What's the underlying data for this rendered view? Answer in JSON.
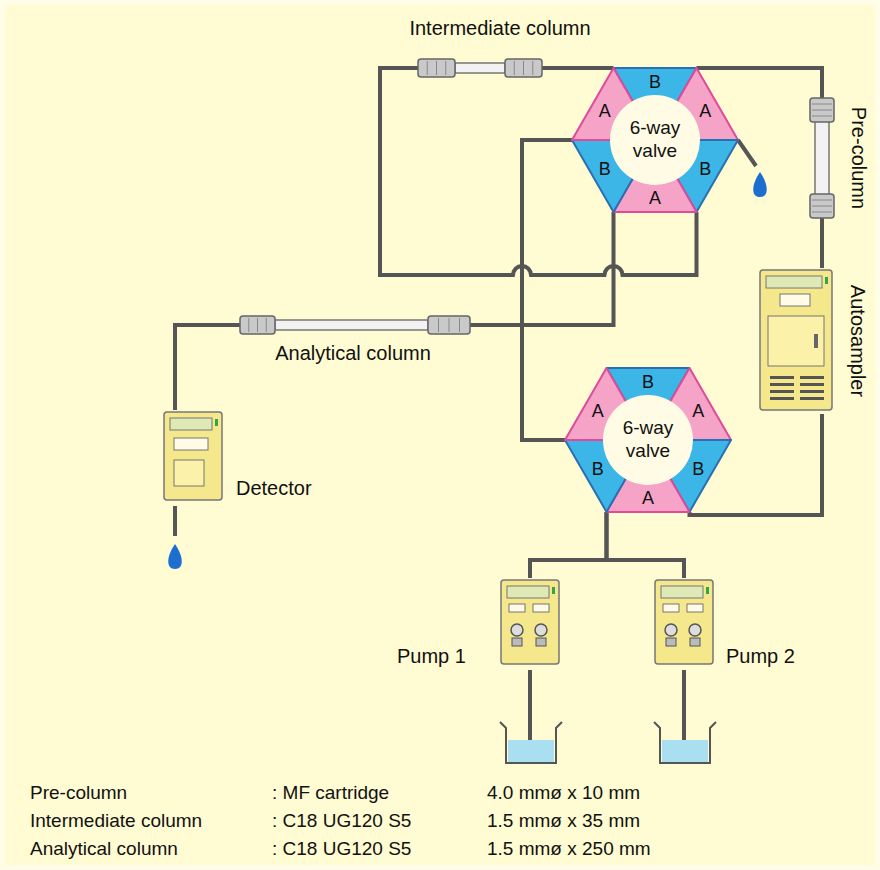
{
  "diagram": {
    "nodes": [
      {
        "text": [
          "Intermediate column"
        ]
      },
      {
        "text": [
          "6-way valve"
        ]
      },
      {
        "text": [
          "Pre-column"
        ]
      },
      {
        "text": [
          "Autosampler"
        ]
      },
      {
        "text": [
          "Analytical column"
        ]
      },
      {
        "text": [
          "6-way valve"
        ]
      },
      {
        "text": [
          "Detector"
        ]
      },
      {
        "text": [
          "Pump 1"
        ]
      },
      {
        "text": [
          "Pump 2"
        ]
      }
    ],
    "edges": [
      {
        "from": 0,
        "to": 1,
        "arrow": "none"
      },
      {
        "from": 0,
        "to": 1,
        "arrow": "none"
      },
      {
        "from": 1,
        "to": 2,
        "arrow": "none"
      },
      {
        "from": 2,
        "to": 3,
        "arrow": "none"
      },
      {
        "from": 3,
        "to": 5,
        "arrow": "none"
      },
      {
        "from": 1,
        "to": 4,
        "arrow": "none"
      },
      {
        "from": 4,
        "to": 6,
        "arrow": "none"
      },
      {
        "from": 1,
        "to": 5,
        "arrow": "none"
      },
      {
        "from": 7,
        "to": 5,
        "arrow": "none"
      },
      {
        "from": 8,
        "to": 5,
        "arrow": "none"
      }
    ],
    "labels": [
      "B",
      "A",
      "A",
      "B",
      "B",
      "A",
      "B",
      "A",
      "A",
      "B",
      "B",
      "A",
      "Pre-column",
      ": MF cartridge",
      "4.0 mmø x 10 mm",
      "Intermediate column",
      ": C18 UG120 S5",
      "1.5 mmø x 35 mm",
      "Analytical column",
      ": C18 UG120 S5",
      "1.5 mmø x 250 mm"
    ]
  }
}
